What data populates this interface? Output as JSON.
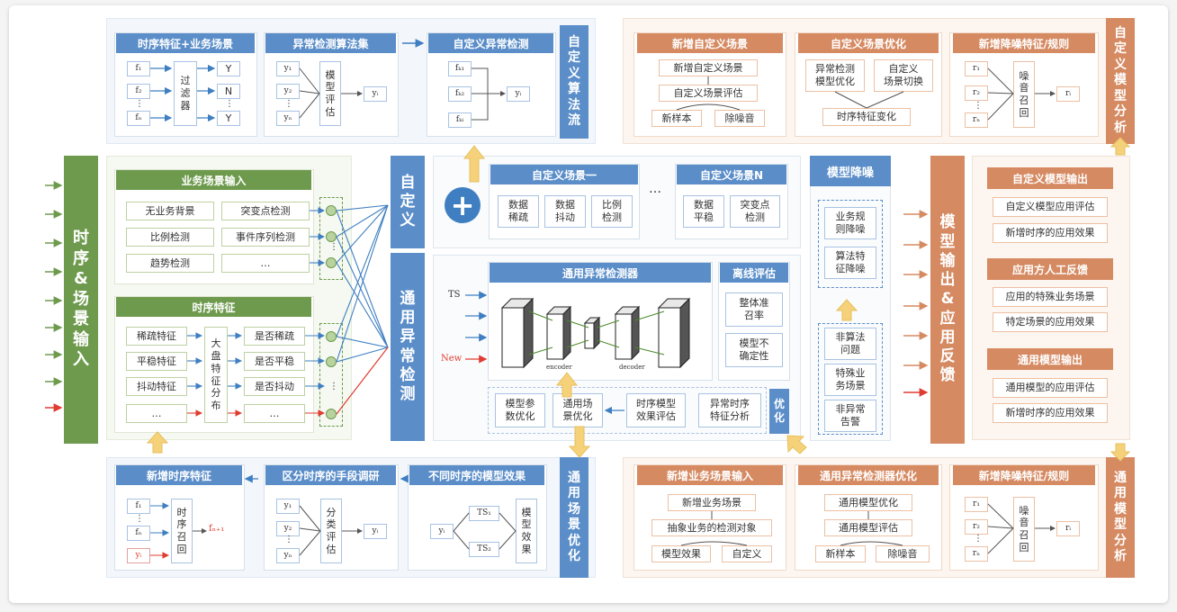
{
  "left_bar": {
    "title": "时\n序\n&\n场\n景\n输\n入"
  },
  "top_left": {
    "panel1": {
      "title": "时序特征+业务场景",
      "f": [
        "f₁",
        "f₂",
        "⋮",
        "fₙ"
      ],
      "filter": "过\n滤\n器",
      "out": [
        "Y",
        "N",
        "⋮",
        "Y"
      ]
    },
    "panel2": {
      "title": "异常检测算法集",
      "y": [
        "y₁",
        "y₂",
        "⋮",
        "yₙ"
      ],
      "model": "模\n型\n评\n估",
      "out": "yᵢ"
    },
    "panel3": {
      "title": "自定义异常检测",
      "f": [
        "fₖ₁",
        "fₖ₂",
        "fₖᵢ"
      ],
      "out": "yᵢ"
    },
    "side": "自\n定\n义\n算\n法\n流"
  },
  "top_right": {
    "p1": {
      "title": "新增自定义场景",
      "b1": "新增自定义场景",
      "b2": "自定义场景评估",
      "b3": "新样本",
      "b4": "除噪音"
    },
    "p2": {
      "title": "自定义场景优化",
      "b1": "异常检测\n模型优化",
      "b2": "自定义\n场景切换",
      "b3": "时序特征变化"
    },
    "p3": {
      "title": "新增降噪特征/规则",
      "r": [
        "r₁",
        "r₂",
        "⋮",
        "rₙ"
      ],
      "m": "噪\n音\n召\n回",
      "out": "rᵢ"
    },
    "side": "自\n定\n义\n模\n型\n分\n析"
  },
  "mid_left": {
    "biz": {
      "title": "业务场景输入",
      "items": [
        "无业务背景",
        "突变点检测",
        "比例检测",
        "事件序列检测",
        "趋势检测",
        "…"
      ]
    },
    "ts": {
      "title": "时序特征",
      "left": [
        "稀疏特征",
        "平稳特征",
        "抖动特征",
        "…"
      ],
      "center": "大\n盘\n特\n征\n分\n布",
      "right": [
        "是否稀疏",
        "是否平稳",
        "是否抖动",
        "…"
      ]
    }
  },
  "mid_bars": {
    "custom": "自\n定\n义",
    "general": "通\n用\n异\n常\n检\n测"
  },
  "custom_scenes": {
    "s1": {
      "title": "自定义场景一",
      "items": [
        "数据\n稀疏",
        "数据\n抖动",
        "比例\n检测"
      ]
    },
    "dots": "…",
    "sn": {
      "title": "自定义场景N",
      "items": [
        "数据\n平稳",
        "突变点\n检测"
      ]
    }
  },
  "general_detector": {
    "title": "通用异常检测器",
    "inputs": [
      "TS",
      "New"
    ],
    "encoder": "encoder",
    "decoder": "decoder",
    "offline": {
      "title": "离线评估",
      "items": [
        "整体准\n召率",
        "模型不\n确定性"
      ]
    },
    "steps": [
      "模型参\n数优化",
      "通用场\n景优化",
      "时序模型\n效果评估",
      "异常时序\n特征分析"
    ],
    "opt": "优\n化"
  },
  "denoise": {
    "title": "模型降噪",
    "top": [
      "业务规\n则降噪",
      "算法特\n征降噪"
    ],
    "bottom": [
      "非算法\n问题",
      "特殊业\n务场景",
      "非异常\n告警"
    ]
  },
  "right_bar": {
    "title": "模\n型\n输\n出\n&\n应\n用\n反\n馈"
  },
  "right_outputs": {
    "o1": {
      "title": "自定义模型输出",
      "items": [
        "自定义模型应用评估",
        "新增时序的应用效果"
      ]
    },
    "o2": {
      "title": "应用方人工反馈",
      "items": [
        "应用的特殊业务场景",
        "特定场景的应用效果"
      ]
    },
    "o3": {
      "title": "通用模型输出",
      "items": [
        "通用模型的应用评估",
        "新增时序的应用效果"
      ]
    }
  },
  "bottom_left": {
    "p1": {
      "title": "新增时序特征",
      "f": [
        "f₁",
        "⋮",
        "fₙ",
        "yᵢ"
      ],
      "m": "时\n序\n召\n回",
      "out": "fₙ₊₁"
    },
    "p2": {
      "title": "区分时序的手段调研",
      "y": [
        "y₁",
        "y₂",
        "⋮",
        "yₙ"
      ],
      "m": "分\n类\n评\n估",
      "out": "yᵢ"
    },
    "p3": {
      "title": "不同时序的模型效果",
      "in": "yᵢ",
      "ts": [
        "TS₁",
        "TS₂"
      ],
      "m": "模\n型\n效\n果"
    },
    "side": "通\n用\n场\n景\n优\n化"
  },
  "bottom_right": {
    "p1": {
      "title": "新增业务场景输入",
      "b1": "新增业务场景",
      "b2": "抽象业务的检测对象",
      "b3": "模型效果",
      "b4": "自定义"
    },
    "p2": {
      "title": "通用异常检测器优化",
      "b1": "通用模型优化",
      "b2": "通用模型评估",
      "b3": "新样本",
      "b4": "除噪音"
    },
    "p3": {
      "title": "新增降噪特征/规则",
      "r": [
        "r₁",
        "r₂",
        "⋮",
        "rₙ"
      ],
      "m": "噪\n音\n召\n回",
      "out": "rᵢ"
    },
    "side": "通\n用\n模\n型\n分\n析"
  },
  "colors": {
    "blue": "#5b8ec9",
    "green": "#6e9a4d",
    "orange": "#d58a62",
    "red": "#e03c31"
  }
}
